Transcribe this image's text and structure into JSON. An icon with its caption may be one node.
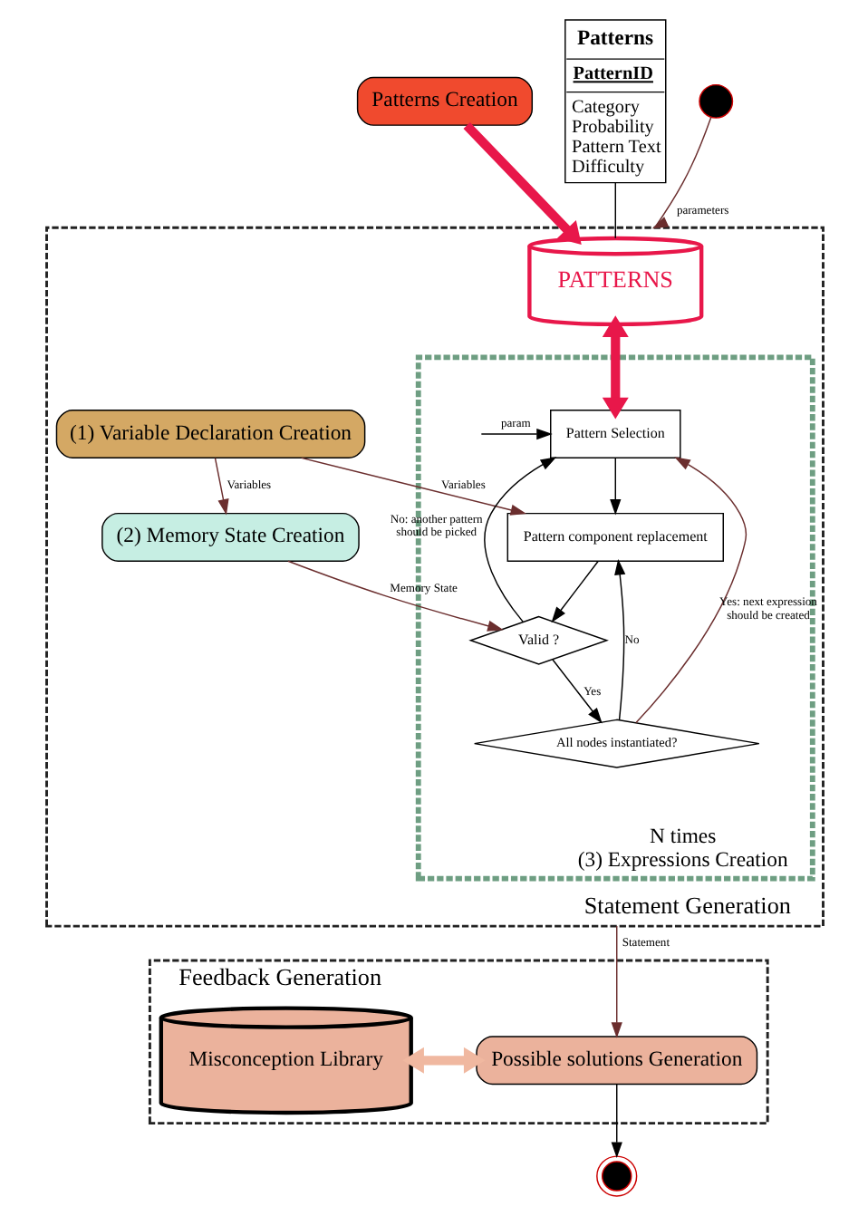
{
  "diagram": {
    "nodes": [
      {
        "text": [
          "Statement Generation"
        ]
      },
      {
        "text": [
          "Patterns Creation"
        ]
      },
      {
        "text": [
          "Patterns",
          "PatternID",
          "Category",
          "Probability",
          "Pattern Text",
          "Difficulty"
        ]
      },
      {
        "text": [],
        "shape": "circle"
      },
      {
        "text": [
          "PATTERNS"
        ],
        "in": 0
      },
      {
        "text": [
          "(1) Variable Declaration Creation"
        ],
        "in": 0
      },
      {
        "text": [
          "(2) Memory State Creation"
        ],
        "in": 0
      },
      {
        "text": [
          "N times",
          "(3) Expressions Creation"
        ],
        "in": 0
      },
      {
        "text": [
          "Pattern Selection"
        ],
        "in": 7
      },
      {
        "text": [
          "Pattern component replacement"
        ],
        "in": 7
      },
      {
        "text": [
          "Valid ?"
        ],
        "in": 7
      },
      {
        "text": [
          "All nodes instantiated?"
        ],
        "in": 7
      },
      {
        "text": [
          "Feedback Generation"
        ]
      },
      {
        "text": [
          "Misconception Library"
        ],
        "in": 12
      },
      {
        "text": [
          "Possible solutions Generation"
        ],
        "in": 12
      },
      {
        "text": [],
        "shape": "circle"
      }
    ],
    "edges": [
      {
        "from": 1,
        "to": 4,
        "arrow": "to",
        "style": "thick",
        "color": "#e8174a"
      },
      {
        "from": 2,
        "to": 4,
        "arrow": "none"
      },
      {
        "from": 3,
        "to": 0,
        "arrow": "to",
        "label": "parameters",
        "color": "#6b2e2e"
      },
      {
        "from": 4,
        "to": 8,
        "arrow": "both",
        "style": "thick",
        "color": "#e8174a"
      },
      {
        "from": 5,
        "to": 6,
        "arrow": "to",
        "label": "Variables",
        "color": "#6b2e2e"
      },
      {
        "from": 5,
        "to": 9,
        "arrow": "to",
        "label": "Variables",
        "color": "#6b2e2e"
      },
      {
        "from": 6,
        "to": 10,
        "arrow": "to",
        "label": "Memory State",
        "color": "#6b2e2e"
      },
      {
        "from": null,
        "to": 8,
        "arrow": "to",
        "label": "param"
      },
      {
        "from": 8,
        "to": 9,
        "arrow": "to"
      },
      {
        "from": 9,
        "to": 10,
        "arrow": "to"
      },
      {
        "from": 10,
        "to": 8,
        "arrow": "to",
        "label": "No: another pattern should be picked"
      },
      {
        "from": 10,
        "to": 11,
        "arrow": "to",
        "label": "Yes"
      },
      {
        "from": 11,
        "to": 9,
        "arrow": "to",
        "label": "No"
      },
      {
        "from": 11,
        "to": 8,
        "arrow": "to",
        "label": "Yes: next expression should be created",
        "color": "#6b2e2e"
      },
      {
        "from": 0,
        "to": 14,
        "arrow": "to",
        "label": "Statement",
        "color": "#6b2e2e"
      },
      {
        "from": 13,
        "to": 14,
        "arrow": "both",
        "style": "thick",
        "color": "#f0b8a0"
      },
      {
        "from": 14,
        "to": 15,
        "arrow": "to"
      }
    ]
  }
}
